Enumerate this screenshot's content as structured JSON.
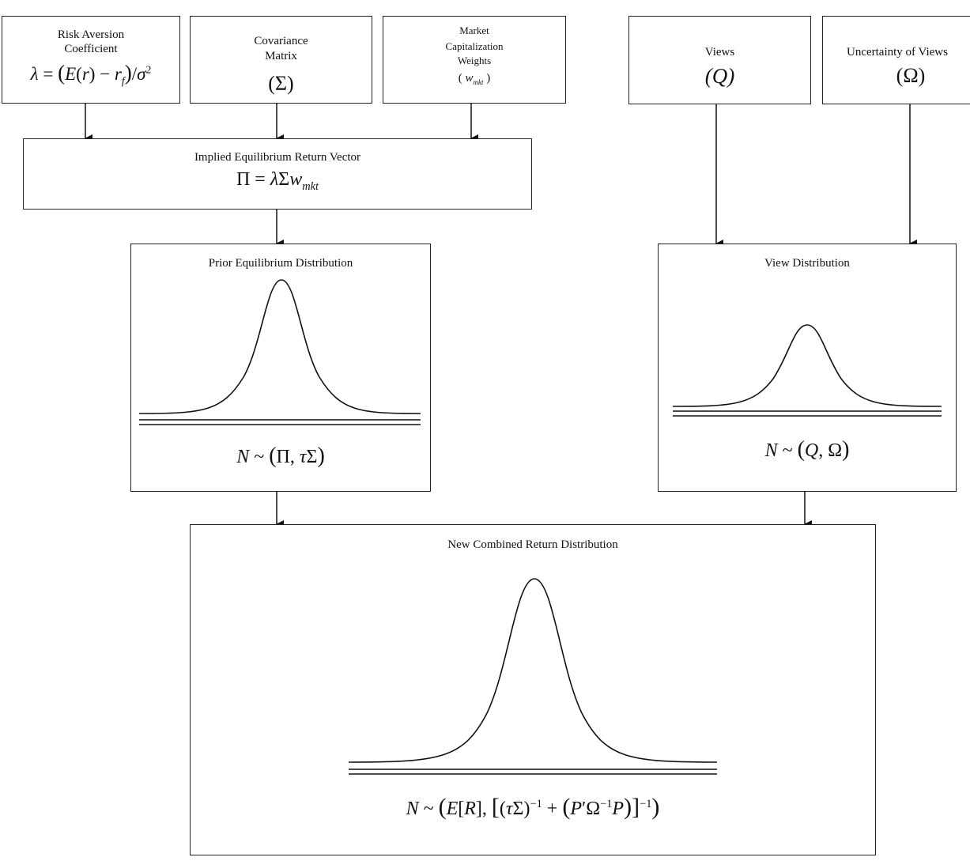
{
  "inputs": {
    "risk_aversion": {
      "line1": "Risk Aversion",
      "line2": "Coefficient"
    },
    "covariance": {
      "line1": "Covariance",
      "line2": "Matrix",
      "symbol": "(Σ)"
    },
    "market_cap": {
      "line1": "Market",
      "line2": "Capitalization",
      "line3": "Weights"
    },
    "views": {
      "line1": "Views",
      "symbol": "(Q)"
    },
    "uncertainty": {
      "line1": "Uncertainty of Views",
      "symbol": "(Ω)"
    }
  },
  "equilibrium": {
    "title": "Implied Equilibrium Return Vector"
  },
  "prior": {
    "title": "Prior Equilibrium Distribution"
  },
  "view_dist": {
    "title": "View Distribution"
  },
  "combined": {
    "title": "New Combined Return Distribution"
  }
}
